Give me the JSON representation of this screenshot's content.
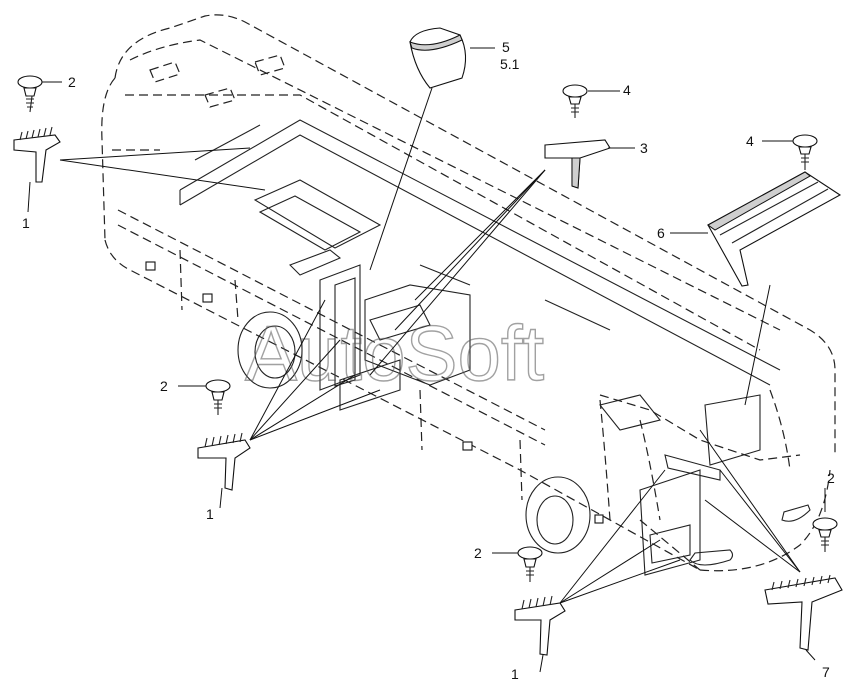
{
  "watermark": "AutoSoft",
  "callouts": {
    "c1_top_left": "1",
    "c2_top_left": "2",
    "c5": "5",
    "c5_1": "5.1",
    "c4_top": "4",
    "c3": "3",
    "c4_right": "4",
    "c6": "6",
    "c2_mid_left": "2",
    "c1_mid_left": "1",
    "c2_bottom": "2",
    "c1_bottom": "1",
    "c2_right": "2",
    "c7": "7"
  }
}
